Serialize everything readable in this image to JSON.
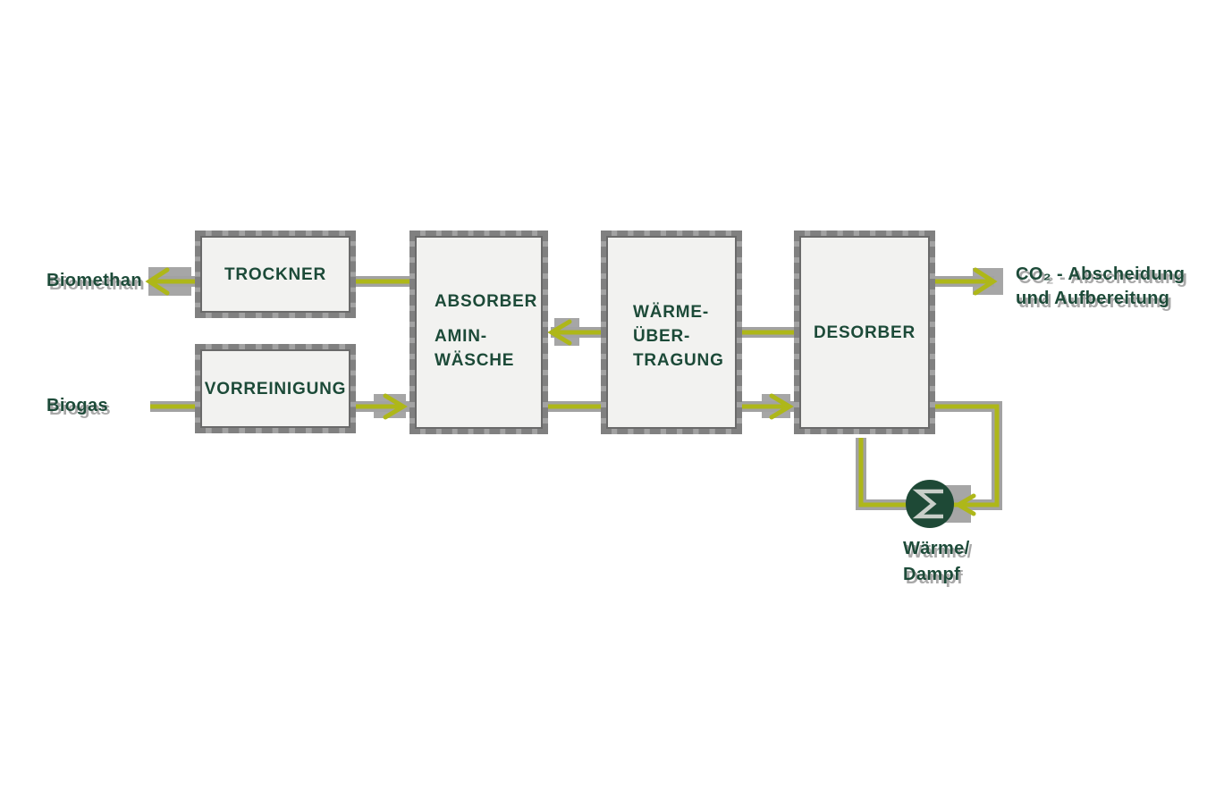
{
  "diagram": {
    "boxes": {
      "trockner": {
        "label": "TROCKNER"
      },
      "vorreinigung": {
        "label": "VORREINIGUNG"
      },
      "absorber": {
        "lines": [
          "ABSORBER",
          "AMIN-",
          "WÄSCHE"
        ]
      },
      "waermeuebertragung": {
        "lines": [
          "WÄRME-",
          "ÜBER-",
          "TRAGUNG"
        ]
      },
      "desorber": {
        "label": "DESORBER"
      }
    },
    "stream_labels": {
      "biomethan": "Biomethan",
      "biogas": "Biogas",
      "co2_capture": {
        "line1": "CO₂ - Abscheidung",
        "line2": "und Aufbereitung"
      },
      "heat_steam": {
        "line1": "Wärme/",
        "line2": "Dampf"
      }
    },
    "icons": {
      "heat_exchanger": "sigma-circle-icon"
    },
    "colors": {
      "pipe_olive": "#aeb719",
      "pipe_shadow_grey": "#a2a2a2",
      "label_green": "#1d4b39",
      "box_fill": "#f2f2f0",
      "box_border_grey": "#a2a2a2",
      "heat_icon_bg": "#1e4936"
    }
  }
}
